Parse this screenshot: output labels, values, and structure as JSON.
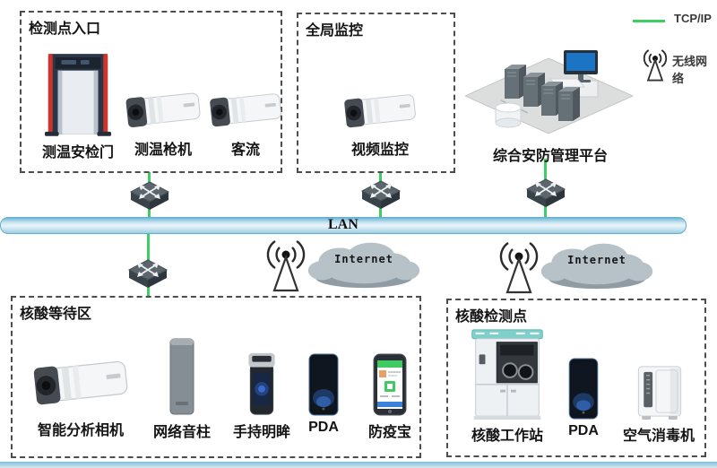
{
  "legend": {
    "tcpip": "TCP/IP",
    "wireless": "无线网络"
  },
  "network": {
    "lan": "LAN",
    "internet_left": "Internet",
    "internet_right": "Internet"
  },
  "platform": {
    "label": "综合安防管理平台"
  },
  "boxes": {
    "entrance": {
      "title": "检测点入口",
      "devices": [
        {
          "label": "测温安检门"
        },
        {
          "label": "测温枪机"
        },
        {
          "label": "客流"
        }
      ]
    },
    "global": {
      "title": "全局监控",
      "devices": [
        {
          "label": "视频监控"
        }
      ]
    },
    "waiting": {
      "title": "核酸等待区",
      "devices": [
        {
          "label": "智能分析相机"
        },
        {
          "label": "网络音柱"
        },
        {
          "label": "手持明眸"
        },
        {
          "label": "PDA"
        },
        {
          "label": "防疫宝"
        }
      ]
    },
    "testing": {
      "title": "核酸检测点",
      "devices": [
        {
          "label": "核酸工作站"
        },
        {
          "label": "PDA"
        },
        {
          "label": "空气消毒机"
        }
      ]
    }
  },
  "colors": {
    "link_green": "#3ecf63",
    "lan_blue_dark": "#6db8d6",
    "lan_blue_light": "#eaf4fa",
    "dashed_border": "#4d4d4d",
    "gate_red": "#d0342c",
    "workstation_teal": "#7fd0ca",
    "screen_blue": "#1b74c4",
    "app_green": "#3fcb62"
  }
}
